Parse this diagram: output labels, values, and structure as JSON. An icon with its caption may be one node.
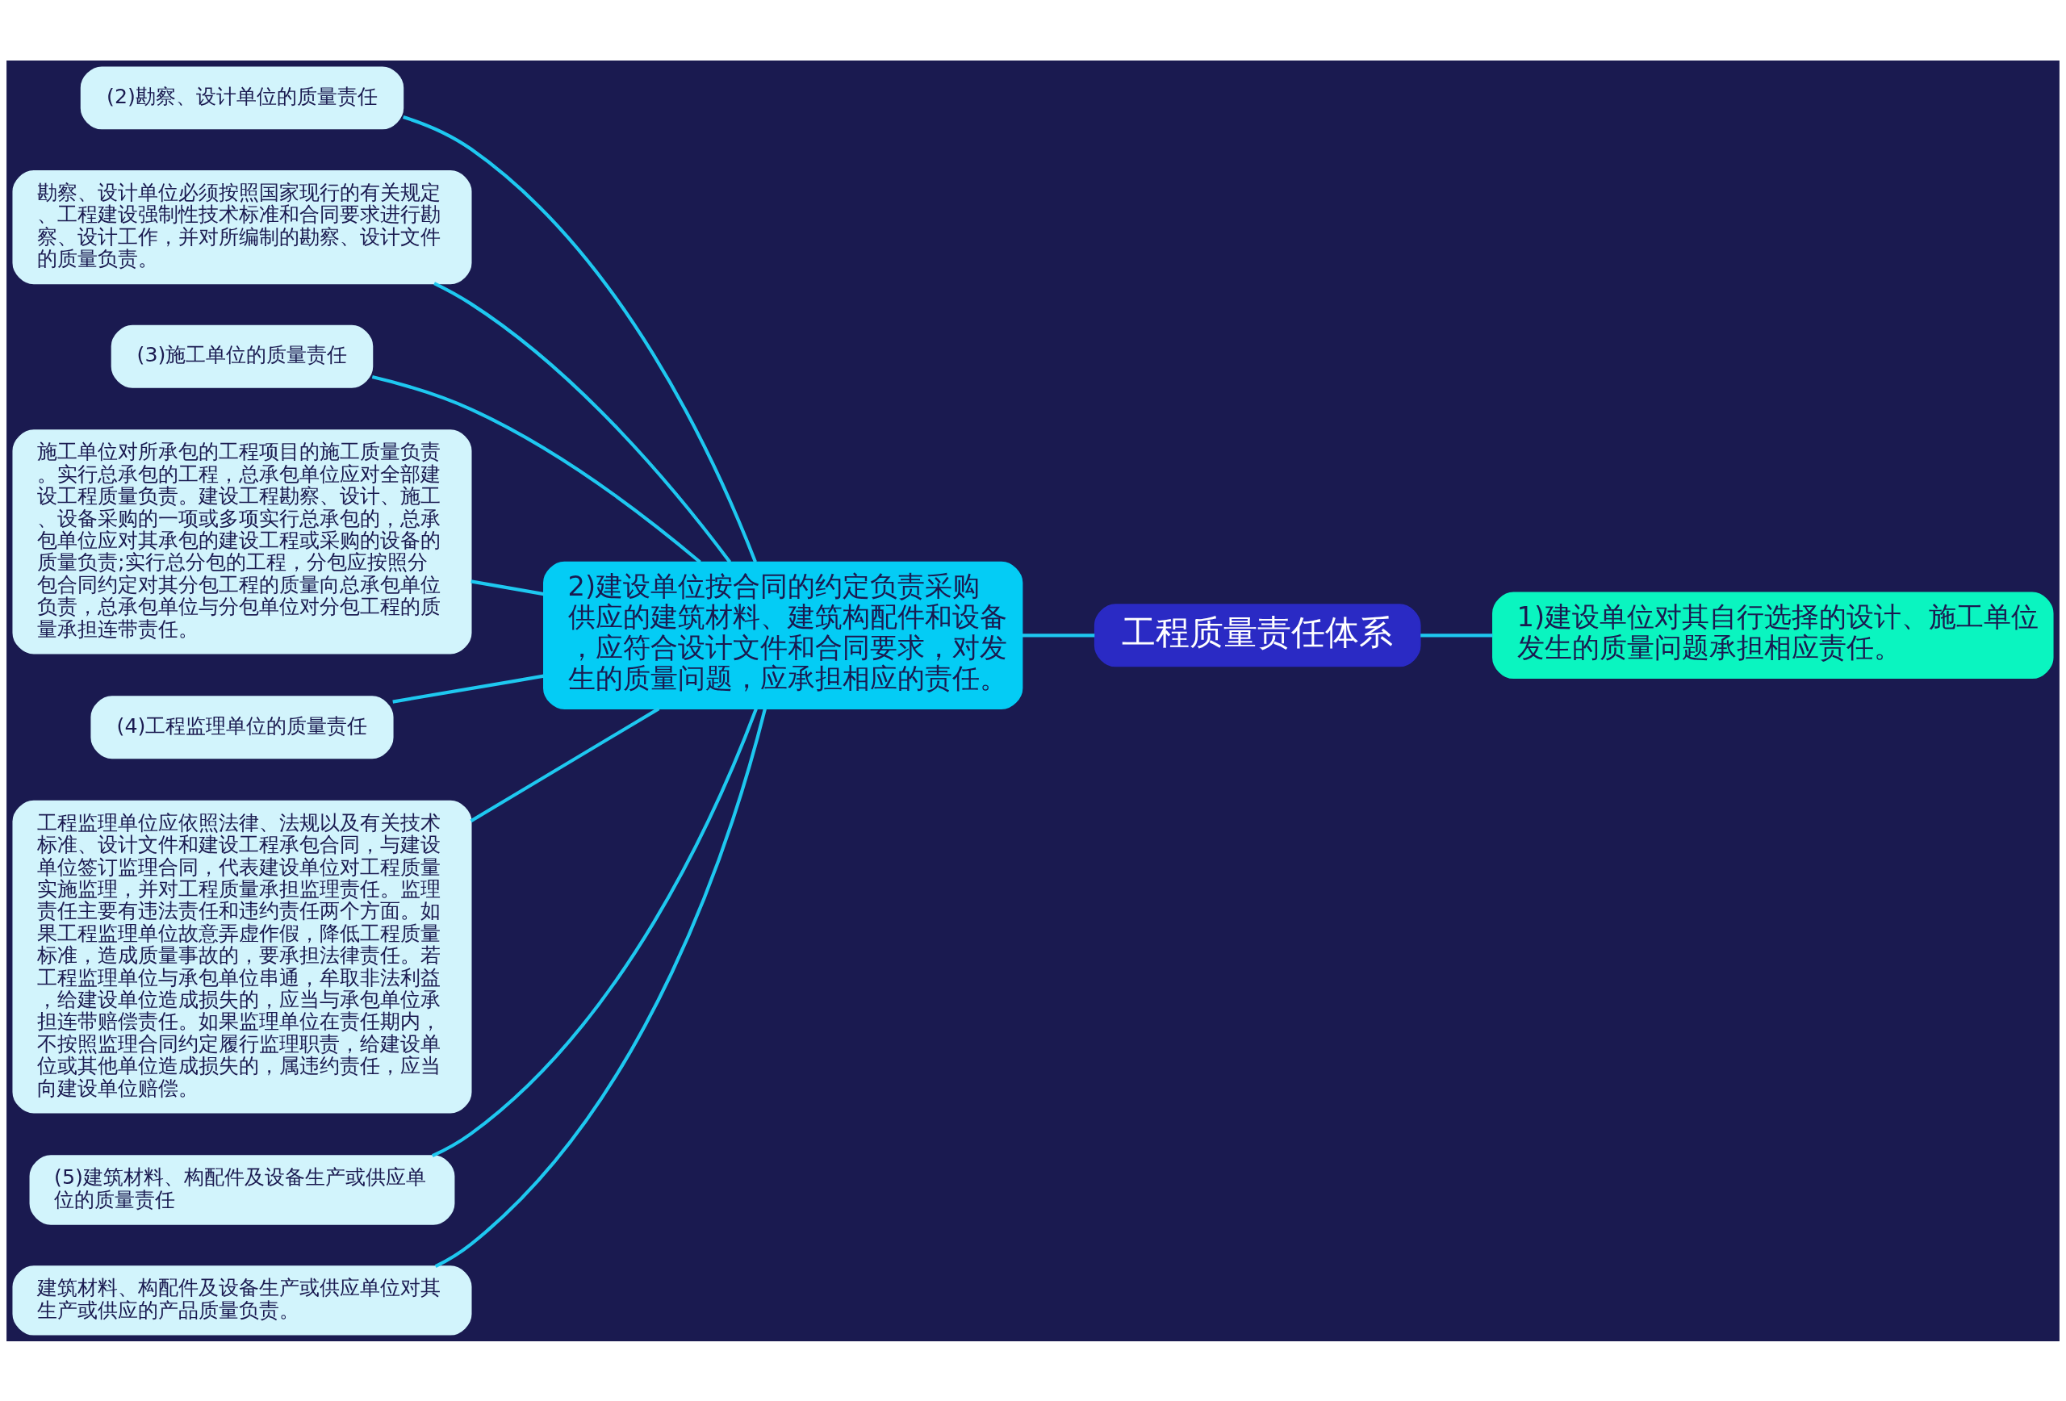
{
  "diagram": {
    "nodes": [
      {
        "text": [
          "工程质量责任体系"
        ]
      },
      {
        "text": [
          "1)建设单位对其自行选择的设计、施工单位发生的质量问题承担相应责任。"
        ]
      },
      {
        "text": [
          "2)建设单位按合同的约定负责采购供应的建筑材料、建筑构配件和设备，应符合设计文件和合同要求，对发生的质量问题，应承担相应的责任。"
        ]
      },
      {
        "text": [
          "(2)勘察、设计单位的质量责任"
        ]
      },
      {
        "text": [
          "勘察、设计单位必须按照国家现行的有关规定、工程建设强制性技术标准和合同要求进行勘察、设计工作，并对所编制的勘察、设计文件的质量负责。"
        ]
      },
      {
        "text": [
          "(3)施工单位的质量责任"
        ]
      },
      {
        "text": [
          "施工单位对所承包的工程项目的施工质量负责。实行总承包的工程，总承包单位应对全部建设工程质量负责。建设工程勘察、设计、施工、设备采购的一项或多项实行总承包的，总承包单位应对其承包的建设工程或采购的设备的质量负责;实行总分包的工程，分包应按照分包合同约定对其分包工程的质量向总承包单位负责，总承包单位与分包单位对分包工程的质量承担连带责任。"
        ]
      },
      {
        "text": [
          "(4)工程监理单位的质量责任"
        ]
      },
      {
        "text": [
          "工程监理单位应依照法律、法规以及有关技术标准、设计文件和建设工程承包合同，与建设单位签订监理合同，代表建设单位对工程质量实施监理，并对工程质量承担监理责任。监理责任主要有违法责任和违约责任两个方面。如果工程监理单位故意弄虚作假，降低工程质量标准，造成质量事故的，要承担法律责任。若工程监理单位与承包单位串通，牟取非法利益，给建设单位造成损失的，应当与承包单位承担连带赔偿责任。如果监理单位在责任期内，不按照监理合同约定履行监理职责，给建设单位或其他单位造成损失的，属违约责任，应当向建设单位赔偿。"
        ]
      },
      {
        "text": [
          "(5)建筑材料、构配件及设备生产或供应单位的质量责任"
        ]
      },
      {
        "text": [
          "建筑材料、构配件及设备生产或供应单位对其生产或供应的产品质量负责。"
        ]
      }
    ],
    "edges": [
      {
        "from": 0,
        "to": 1,
        "arrow": "none"
      },
      {
        "from": 0,
        "to": 2,
        "arrow": "none"
      },
      {
        "from": 2,
        "to": 3,
        "arrow": "none"
      },
      {
        "from": 2,
        "to": 4,
        "arrow": "none"
      },
      {
        "from": 2,
        "to": 5,
        "arrow": "none"
      },
      {
        "from": 2,
        "to": 6,
        "arrow": "none"
      },
      {
        "from": 2,
        "to": 7,
        "arrow": "none"
      },
      {
        "from": 2,
        "to": 8,
        "arrow": "none"
      },
      {
        "from": 2,
        "to": 9,
        "arrow": "none"
      },
      {
        "from": 2,
        "to": 10,
        "arrow": "none"
      }
    ]
  }
}
